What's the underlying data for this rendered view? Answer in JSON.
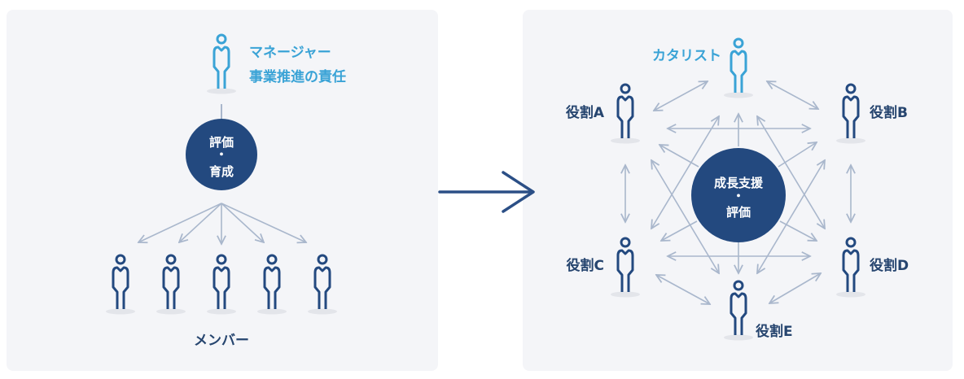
{
  "colors": {
    "navy": "#23497f",
    "blue": "#3aa3d6",
    "arrow": "#a9b7cc",
    "panel": "#f4f5f8"
  },
  "left": {
    "manager_title": "マネージャー",
    "manager_role": "事業推進の責任",
    "center_line1": "評価",
    "center_dot": "・",
    "center_line2": "育成",
    "members_label": "メンバー"
  },
  "right": {
    "catalyst": "カタリスト",
    "center_line1": "成長支援",
    "center_dot": "・",
    "center_line2": "評価",
    "roles": {
      "a": "役割A",
      "b": "役割B",
      "c": "役割C",
      "d": "役割D",
      "e": "役割E"
    }
  }
}
